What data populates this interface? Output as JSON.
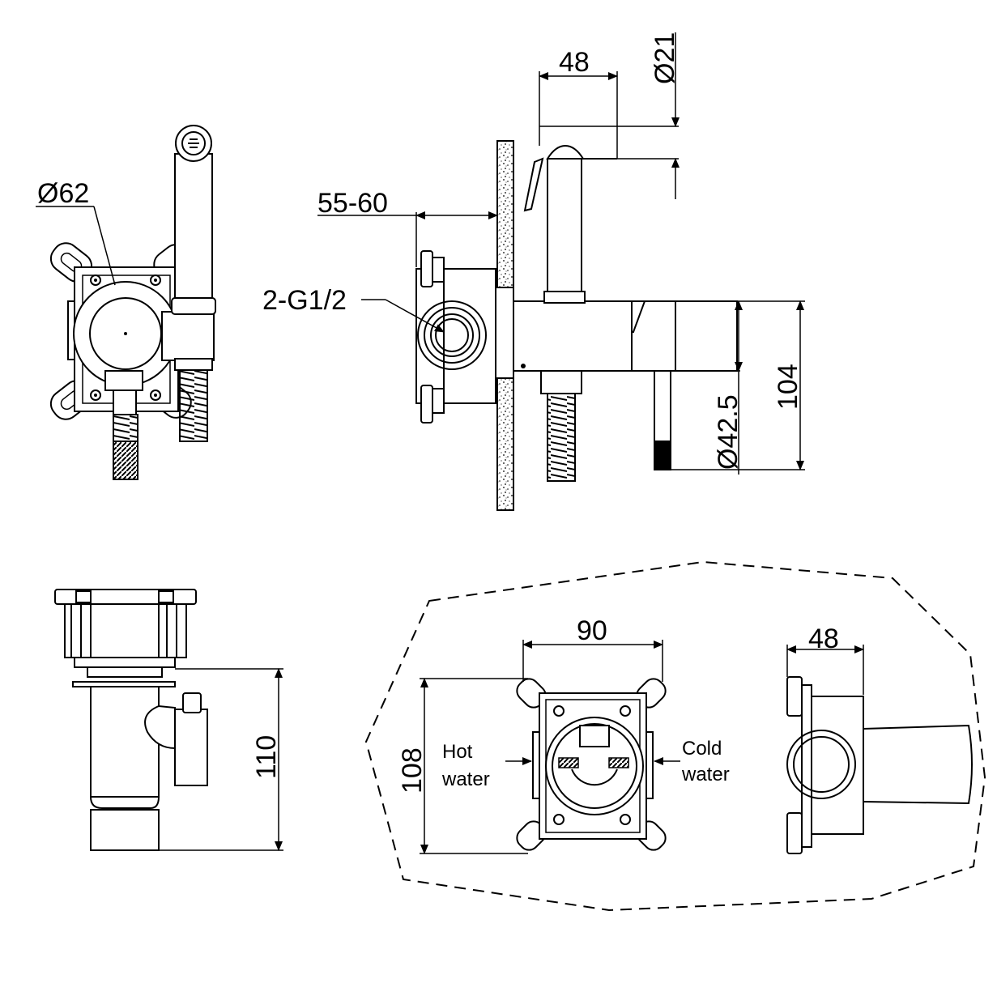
{
  "dimensions": {
    "dia62": "Ø62",
    "range5560": "55-60",
    "conn": "2-G1/2",
    "w48top": "48",
    "dia21": "Ø21",
    "h104": "104",
    "dia425": "Ø42.5",
    "h110": "110",
    "w90": "90",
    "h108": "108",
    "w48bottom": "48"
  },
  "labels": {
    "hot_line1": "Hot",
    "hot_line2": "water",
    "cold_line1": "Cold",
    "cold_line2": "water"
  },
  "colors": {
    "stroke": "#000000",
    "background": "#ffffff"
  }
}
